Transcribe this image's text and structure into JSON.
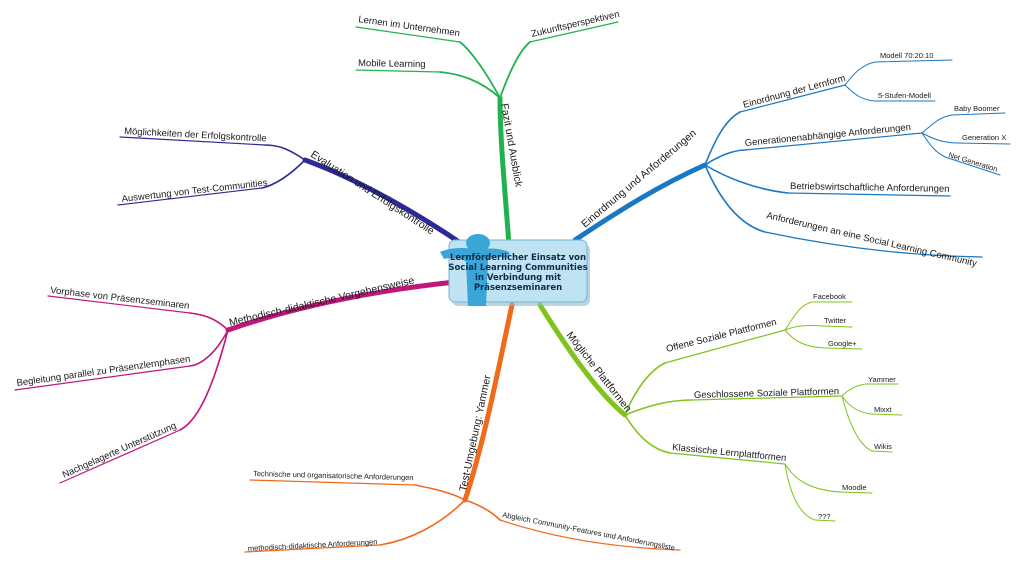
{
  "central_topic": {
    "lines": [
      "Lernförderlicher Einsatz von",
      "Social Learning Communities",
      "in Verbindung mit",
      "Präsenzseminaren"
    ]
  },
  "colors": {
    "fazit": "#22b24c",
    "einordnung": "#1a78c2",
    "plattformen": "#7fc31c",
    "test": "#f06a1c",
    "methodisch": "#c0177a",
    "evaluation": "#2b2a96",
    "central_fill": "#bfe3f2",
    "figure": "#3aa6d8"
  },
  "branches": {
    "fazit": {
      "label": "Fazit und Ausblick",
      "children": [
        "Lernen im Unternehmen",
        "Zukunftsperspektiven",
        "Mobile Learning"
      ]
    },
    "einordnung": {
      "label": "Einordnung und Anforderungen",
      "children": [
        {
          "label": "Einordnung der Lernform",
          "children": [
            "Modell 70:20:10",
            "5-Stufen-Modell"
          ]
        },
        {
          "label": "Generationenabhängige Anforderungen",
          "children": [
            "Baby Boomer",
            "Generation X",
            "Net Generation"
          ]
        },
        {
          "label": "Betriebswirtschaftliche Anforderungen"
        },
        {
          "label": "Anforderungen an eine Social Learning Community"
        }
      ]
    },
    "plattformen": {
      "label": "Mögliche Plattformen",
      "children": [
        {
          "label": "Offene Soziale Plattformen",
          "children": [
            "Facebook",
            "Twitter",
            "Google+"
          ]
        },
        {
          "label": "Geschlossene Soziale Plattformen",
          "children": [
            "Yammer",
            "Mixxt",
            "Wikis"
          ]
        },
        {
          "label": "Klassische Lernplattformen",
          "children": [
            "Moodle",
            "???"
          ]
        }
      ]
    },
    "test": {
      "label": "Test-Umgebung: Yammer",
      "children": [
        "Technische und organisatorische Anforderungen",
        "methodisch-didaktische Anforderungen",
        "Abgleich Community-Features und Anforderungsliste"
      ]
    },
    "methodisch": {
      "label": "Methodisch-didaktische Vorgehensweise",
      "children": [
        "Vorphase von Präsenzseminaren",
        "Begleitung parallel zu Präsenzlernphasen",
        "Nachgelagerte Unterstützung"
      ]
    },
    "evaluation": {
      "label": "Evaluation und Erfolgskontrolle",
      "children": [
        "Möglichkeiten der Erfolgskontrolle",
        "Auswertung von Test-Communities"
      ]
    }
  }
}
